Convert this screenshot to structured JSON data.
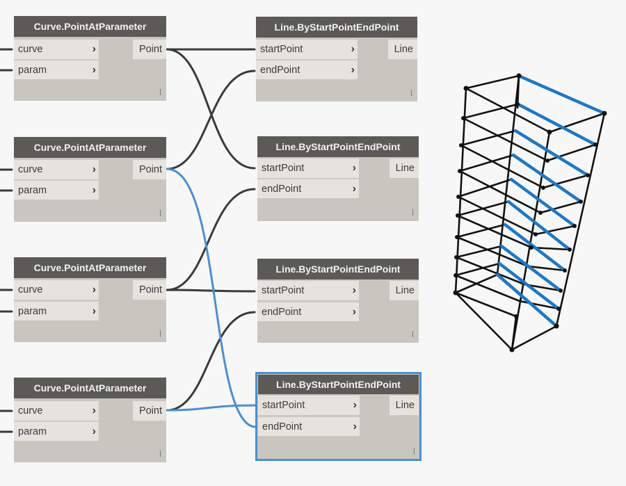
{
  "colors": {
    "canvas": "#f7f7f7",
    "node_header": "#5b5a57",
    "node_body": "#c9c6c0",
    "port_bg": "#e6e3de",
    "wire": "#3a3a3a",
    "wire_selected": "#4a8fcf",
    "model_edge": "#111111",
    "model_highlight": "#1f77c4"
  },
  "point_nodes": [
    {
      "title": "Curve.PointAtParameter",
      "inputs": [
        "curve",
        "param"
      ],
      "output": "Point"
    },
    {
      "title": "Curve.PointAtParameter",
      "inputs": [
        "curve",
        "param"
      ],
      "output": "Point"
    },
    {
      "title": "Curve.PointAtParameter",
      "inputs": [
        "curve",
        "param"
      ],
      "output": "Point"
    },
    {
      "title": "Curve.PointAtParameter",
      "inputs": [
        "curve",
        "param"
      ],
      "output": "Point"
    }
  ],
  "line_nodes": [
    {
      "title": "Line.ByStartPointEndPoint",
      "inputs": [
        "startPoint",
        "endPoint"
      ],
      "output": "Line"
    },
    {
      "title": "Line.ByStartPointEndPoint",
      "inputs": [
        "startPoint",
        "endPoint"
      ],
      "output": "Line"
    },
    {
      "title": "Line.ByStartPointEndPoint",
      "inputs": [
        "startPoint",
        "endPoint"
      ],
      "output": "Line"
    },
    {
      "title": "Line.ByStartPointEndPoint",
      "inputs": [
        "startPoint",
        "endPoint"
      ],
      "output": "Line",
      "selected": true
    }
  ],
  "preview": {
    "icon": "wireframe-tower-geometry"
  }
}
